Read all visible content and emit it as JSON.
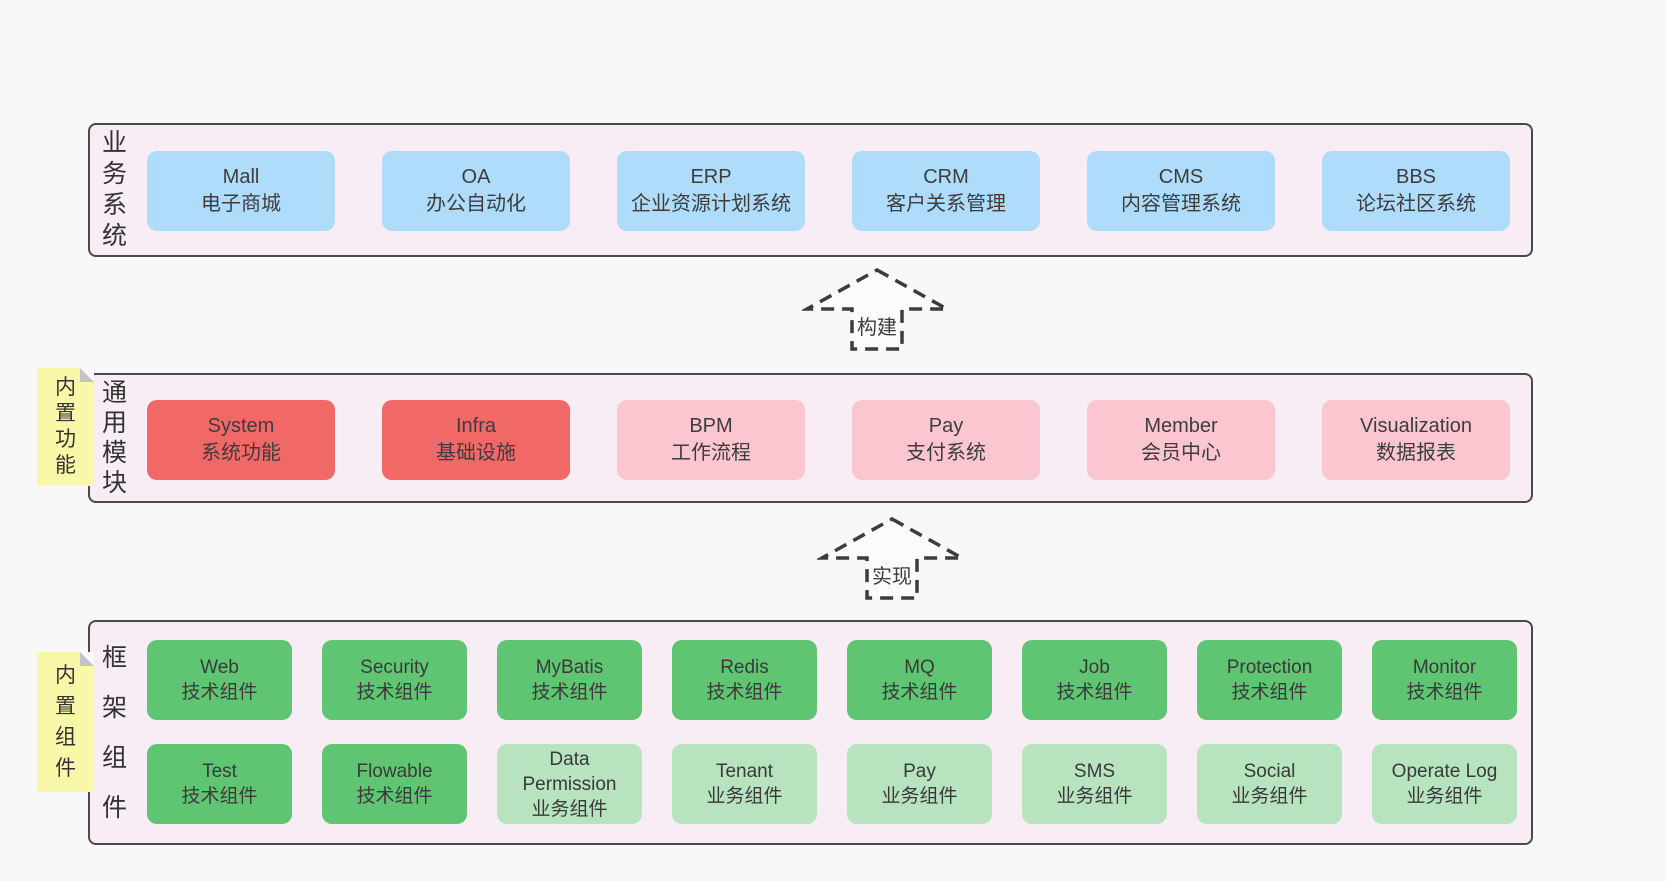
{
  "colors": {
    "page_bg": "#f8f8f8",
    "band_bg": "#f8ecf5",
    "band_border": "#4a4a4a",
    "box_blue": "#aedcfa",
    "box_red": "#f16967",
    "box_pink": "#fbc6cf",
    "box_green_dark": "#5fc573",
    "box_green_light": "#b7e3bf",
    "sticky_yellow": "#f9f8a8",
    "text": "#3d3d3d"
  },
  "bands": [
    {
      "label": "业务系统",
      "boxes": [
        {
          "en": "Mall",
          "zh": "电子商城"
        },
        {
          "en": "OA",
          "zh": "办公自动化"
        },
        {
          "en": "ERP",
          "zh": "企业资源计划系统"
        },
        {
          "en": "CRM",
          "zh": "客户关系管理"
        },
        {
          "en": "CMS",
          "zh": "内容管理系统"
        },
        {
          "en": "BBS",
          "zh": "论坛社区系统"
        }
      ]
    },
    {
      "label": "通用模块",
      "sticky": "内置功能",
      "boxes": [
        {
          "en": "System",
          "zh": "系统功能"
        },
        {
          "en": "Infra",
          "zh": "基础设施"
        },
        {
          "en": "BPM",
          "zh": "工作流程"
        },
        {
          "en": "Pay",
          "zh": "支付系统"
        },
        {
          "en": "Member",
          "zh": "会员中心"
        },
        {
          "en": "Visualization",
          "zh": "数据报表"
        }
      ]
    },
    {
      "label": "框架组件",
      "sticky": "内置组件",
      "rows": [
        [
          {
            "en": "Web",
            "zh": "技术组件"
          },
          {
            "en": "Security",
            "zh": "技术组件"
          },
          {
            "en": "MyBatis",
            "zh": "技术组件"
          },
          {
            "en": "Redis",
            "zh": "技术组件"
          },
          {
            "en": "MQ",
            "zh": "技术组件"
          },
          {
            "en": "Job",
            "zh": "技术组件"
          },
          {
            "en": "Protection",
            "zh": "技术组件"
          },
          {
            "en": "Monitor",
            "zh": "技术组件"
          }
        ],
        [
          {
            "en": "Test",
            "zh": "技术组件"
          },
          {
            "en": "Flowable",
            "zh": "技术组件"
          },
          {
            "en": "Data Permission",
            "zh": "业务组件"
          },
          {
            "en": "Tenant",
            "zh": "业务组件"
          },
          {
            "en": "Pay",
            "zh": "业务组件"
          },
          {
            "en": "SMS",
            "zh": "业务组件"
          },
          {
            "en": "Social",
            "zh": "业务组件"
          },
          {
            "en": "Operate Log",
            "zh": "业务组件"
          }
        ]
      ]
    }
  ],
  "arrows": [
    {
      "label": "构建"
    },
    {
      "label": "实现"
    }
  ]
}
